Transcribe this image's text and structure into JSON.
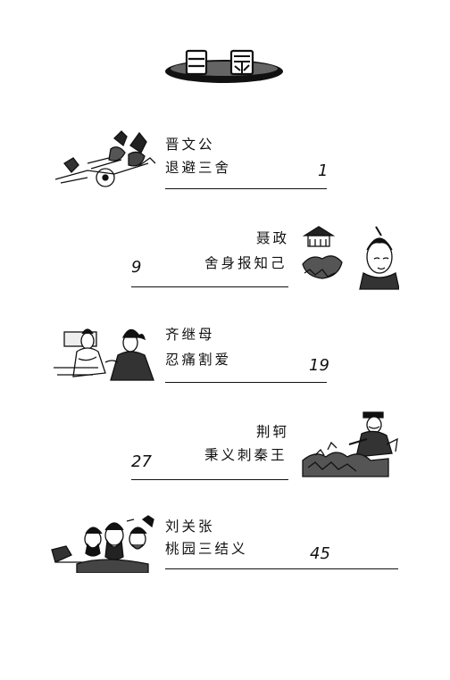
{
  "page": {
    "title": "目 录"
  },
  "entries": [
    {
      "character": "晋文公",
      "story": "退避三舍",
      "page": "1",
      "illustration": "chariot-warriors-illustration"
    },
    {
      "character": "聂政",
      "story": "舍身报知己",
      "page": "9",
      "illustration": "assassin-portrait-illustration"
    },
    {
      "character": "齐继母",
      "story": "忍痛割爱",
      "page": "19",
      "illustration": "mother-and-son-illustration"
    },
    {
      "character": "荆轲",
      "story": "秉义刺秦王",
      "page": "27",
      "illustration": "jingke-warrior-illustration"
    },
    {
      "character": "刘关张",
      "story": "桃园三结义",
      "page": "45",
      "illustration": "three-sworn-brothers-illustration"
    }
  ]
}
